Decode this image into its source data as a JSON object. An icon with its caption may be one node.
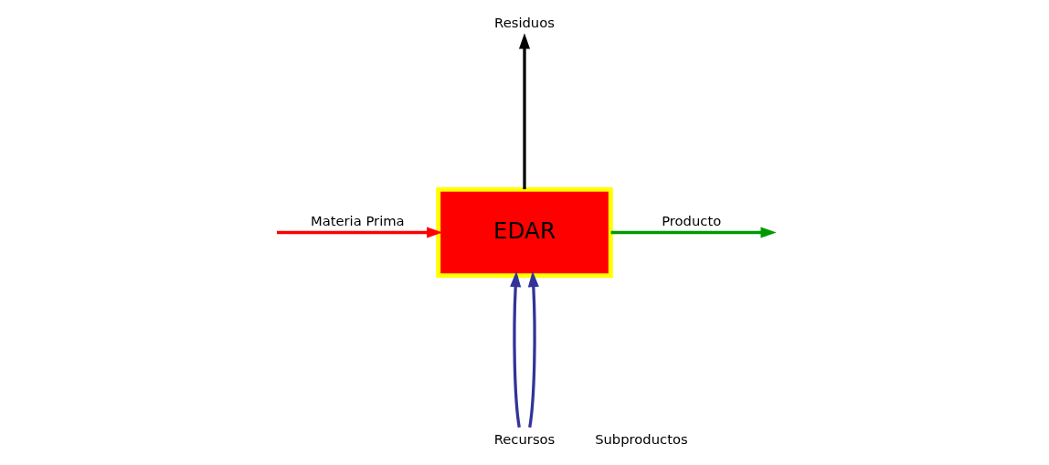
{
  "diagram": {
    "nodes": [
      {
        "text": [
          "EDAR"
        ]
      },
      {
        "text": [
          "Residuos"
        ]
      },
      {
        "text": [
          "Recursos"
        ]
      }
    ],
    "edges": [
      {
        "from": null,
        "to": 0,
        "arrow": "to",
        "label": "Materia Prima",
        "color": "#ff0000"
      },
      {
        "from": 0,
        "to": null,
        "arrow": "to",
        "label": "Producto",
        "color": "#009900"
      },
      {
        "from": 0,
        "to": 1,
        "arrow": "to",
        "color": "#000000"
      },
      {
        "from": 2,
        "to": 0,
        "arrow": "to",
        "color": "#333399"
      },
      {
        "from": 2,
        "to": 0,
        "arrow": "to",
        "color": "#333399"
      }
    ],
    "labels": [
      "Subproductos"
    ]
  }
}
